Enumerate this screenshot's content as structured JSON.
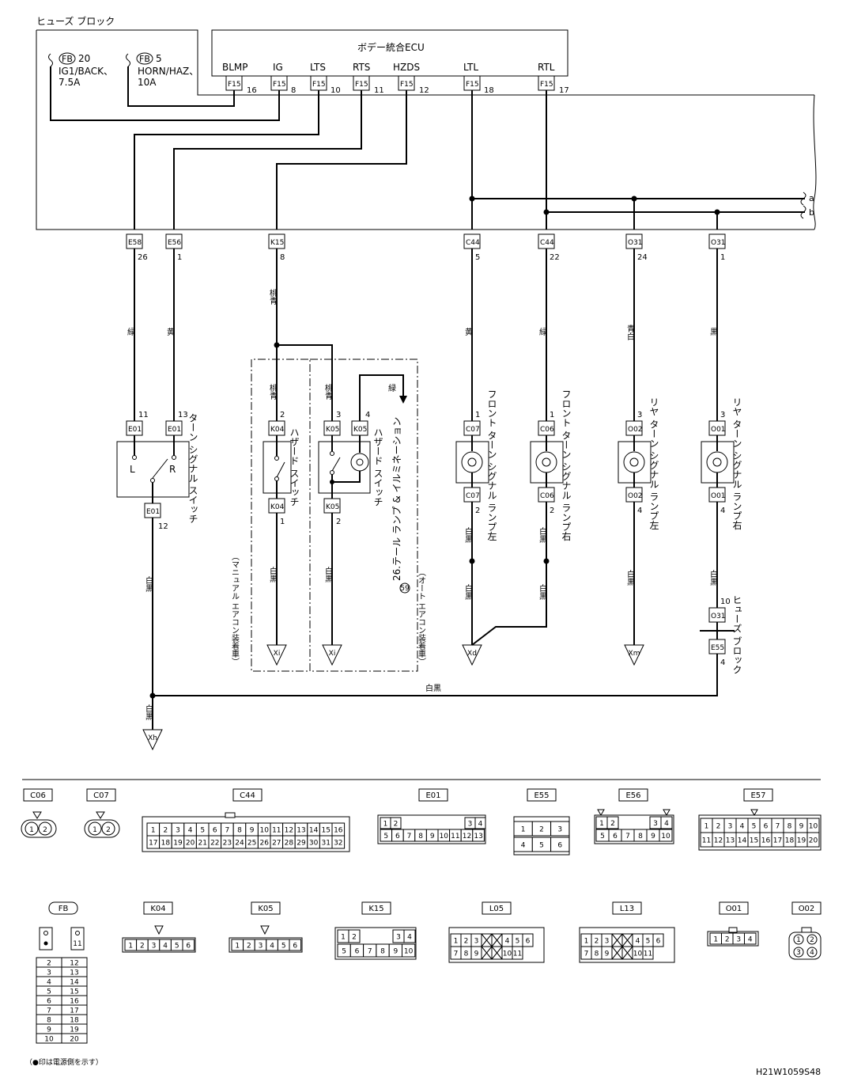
{
  "fuse_block": {
    "title": "ヒューズ ブロック",
    "fuse1": {
      "code": "FB",
      "num": "20",
      "line1": "IG1/BACK、",
      "line2": "7.5A"
    },
    "fuse2": {
      "code": "FB",
      "num": "5",
      "line1": "HORN/HAZ、",
      "line2": "10A"
    }
  },
  "ecu": {
    "title": "ボデー統合ECU",
    "pins": [
      {
        "name": "BLMP",
        "conn": "F15",
        "pin": "16"
      },
      {
        "name": "IG",
        "conn": "F15",
        "pin": "8"
      },
      {
        "name": "LTS",
        "conn": "F15",
        "pin": "10"
      },
      {
        "name": "RTS",
        "conn": "F15",
        "pin": "11"
      },
      {
        "name": "HZDS",
        "conn": "F15",
        "pin": "12"
      },
      {
        "name": "LTL",
        "conn": "F15",
        "pin": "18"
      },
      {
        "name": "RTL",
        "conn": "F15",
        "pin": "17"
      }
    ]
  },
  "cut_labels": {
    "a": "a",
    "b": "b"
  },
  "bottom_conns": [
    {
      "conn": "E58",
      "pin": "26"
    },
    {
      "conn": "E56",
      "pin": "1"
    },
    {
      "conn": "K15",
      "pin": "8"
    },
    {
      "conn": "C44",
      "pin": "5"
    },
    {
      "conn": "C44",
      "pin": "22"
    },
    {
      "conn": "O31",
      "pin": "24"
    },
    {
      "conn": "O31",
      "pin": "1"
    }
  ],
  "wires": {
    "green": "緑",
    "yellow": "黄",
    "pink_blue": "桃青",
    "blue_white": "青白",
    "black": "黒",
    "white_black": "白黒"
  },
  "turn_switch": {
    "label": "ターン シグナル スイッチ",
    "conn": "E01",
    "pin_l": "11",
    "pin_r": "13",
    "pin_out": "12",
    "L": "L",
    "R": "R"
  },
  "hazard_manual": {
    "label": "ハザード スイッチ",
    "conn": "K04",
    "pin_in": "2",
    "pin_out": "1"
  },
  "hazard_auto": {
    "label": "ハザード スイッチ",
    "conn": "K05",
    "pin_in": "3",
    "pin_illum": "4",
    "pin_out": "2"
  },
  "illum_ref": "26.テール ランプ & イルミネーション",
  "illum_ref_num": "59",
  "manual_ac": "（マニュアル エアコン装着車）",
  "auto_ac": "（オート エアコン装着車）",
  "lamps": [
    {
      "label": "フロント ターン シグナル ランプ左",
      "conn": "C07",
      "pin_in": "1",
      "pin_out": "2"
    },
    {
      "label": "フロント ターン シグナル ランプ右",
      "conn": "C06",
      "pin_in": "1",
      "pin_out": "2"
    },
    {
      "label": "リヤ ターン シグナル ランプ左",
      "conn": "O02",
      "pin_in": "3",
      "pin_out": "4"
    },
    {
      "label": "リヤ ターン シグナル ランプ右",
      "conn": "O01",
      "pin_in": "3",
      "pin_out": "4"
    }
  ],
  "fuse_block_bottom": {
    "label": "ヒューズ ブロック",
    "conn_top": "O31",
    "pin_top": "10",
    "conn_bot": "E55",
    "pin_bot": "4"
  },
  "grounds": {
    "xi1": "Xi",
    "xi2": "Xi",
    "xd": "Xd",
    "xm": "Xm",
    "xh": "Xh"
  },
  "connector_table": {
    "c06": "C06",
    "c07": "C07",
    "c44": "C44",
    "e01": "E01",
    "e55": "E55",
    "e56": "E56",
    "e57": "E57",
    "fb": "FB",
    "k04": "K04",
    "k05": "K05",
    "k15": "K15",
    "l05": "L05",
    "l13": "L13",
    "o01": "O01",
    "o02": "O02"
  },
  "footnote": "（●印は電源側を示す）",
  "doc_code": "H21W1059S48"
}
